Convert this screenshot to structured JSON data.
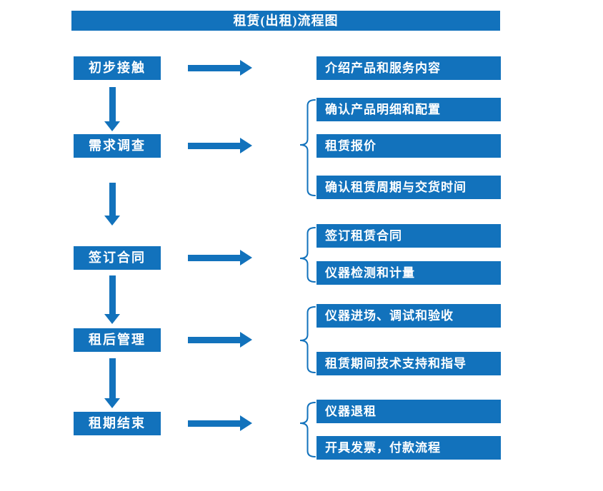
{
  "colors": {
    "accent": "#1272BC",
    "box_text": "#FFFFFF",
    "background": "#FFFFFF"
  },
  "title": "租赁(出租)流程图",
  "stages": [
    {
      "label": "初步接触",
      "outputs": [
        "介绍产品和服务内容"
      ]
    },
    {
      "label": "需求调查",
      "outputs": [
        "确认产品明细和配置",
        "租赁报价",
        "确认租赁周期与交货时间"
      ]
    },
    {
      "label": "签订合同",
      "outputs": [
        "签订租赁合同",
        "仪器检测和计量"
      ]
    },
    {
      "label": "租后管理",
      "outputs": [
        "仪器进场、调试和验收",
        "租赁期间技术支持和指导"
      ]
    },
    {
      "label": "租期结束",
      "outputs": [
        "仪器退租",
        "开具发票，付款流程"
      ]
    }
  ]
}
